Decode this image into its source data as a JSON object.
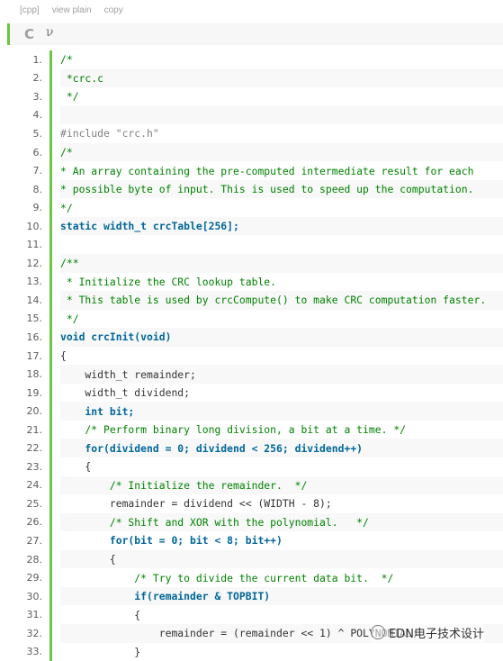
{
  "toolbar": {
    "lang": "[cpp]",
    "view_plain": "view plain",
    "copy": "copy",
    "icon_c": "C",
    "icon_fork": "ν"
  },
  "code": {
    "lines": [
      {
        "n": "1.",
        "text": "/*",
        "style": "comment"
      },
      {
        "n": "2.",
        "text": " *crc.c",
        "style": "comment"
      },
      {
        "n": "3.",
        "text": " */",
        "style": "comment"
      },
      {
        "n": "4.",
        "text": "",
        "style": "plain"
      },
      {
        "n": "5.",
        "text": "#include \"crc.h\"",
        "style": "pre"
      },
      {
        "n": "6.",
        "text": "/*",
        "style": "comment"
      },
      {
        "n": "7.",
        "text": "* An array containing the pre-computed intermediate result for each",
        "style": "comment"
      },
      {
        "n": "8.",
        "text": "* possible byte of input. This is used to speed up the computation.",
        "style": "comment"
      },
      {
        "n": "9.",
        "text": "*/",
        "style": "comment"
      },
      {
        "n": "10.",
        "text": "static width_t crcTable[256];",
        "style": "kw"
      },
      {
        "n": "11.",
        "text": "",
        "style": "plain"
      },
      {
        "n": "12.",
        "text": "/**",
        "style": "comment"
      },
      {
        "n": "13.",
        "text": " * Initialize the CRC lookup table.",
        "style": "comment"
      },
      {
        "n": "14.",
        "text": " * This table is used by crcCompute() to make CRC computation faster.",
        "style": "comment"
      },
      {
        "n": "15.",
        "text": " */",
        "style": "comment"
      },
      {
        "n": "16.",
        "text": "void crcInit(void)",
        "style": "kw"
      },
      {
        "n": "17.",
        "text": "{",
        "style": "plain"
      },
      {
        "n": "18.",
        "text": "    width_t remainder;",
        "style": "plain"
      },
      {
        "n": "19.",
        "text": "    width_t dividend;",
        "style": "plain"
      },
      {
        "n": "20.",
        "text": "    int bit;",
        "style": "kw"
      },
      {
        "n": "21.",
        "text": "    /* Perform binary long division, a bit at a time. */",
        "style": "comment"
      },
      {
        "n": "22.",
        "text": "    for(dividend = 0; dividend < 256; dividend++)",
        "style": "kw"
      },
      {
        "n": "23.",
        "text": "    {",
        "style": "plain"
      },
      {
        "n": "24.",
        "text": "        /* Initialize the remainder.  */",
        "style": "comment"
      },
      {
        "n": "25.",
        "text": "        remainder = dividend << (WIDTH - 8);",
        "style": "plain"
      },
      {
        "n": "26.",
        "text": "        /* Shift and XOR with the polynomial.   */",
        "style": "comment"
      },
      {
        "n": "27.",
        "text": "        for(bit = 0; bit < 8; bit++)",
        "style": "kw"
      },
      {
        "n": "28.",
        "text": "        {",
        "style": "plain"
      },
      {
        "n": "29.",
        "text": "            /* Try to divide the current data bit.  */",
        "style": "comment"
      },
      {
        "n": "30.",
        "text": "            if(remainder & TOPBIT)",
        "style": "kw"
      },
      {
        "n": "31.",
        "text": "            {",
        "style": "plain"
      },
      {
        "n": "32.",
        "text": "                remainder = (remainder << 1) ^ POLYNOMIAL;",
        "style": "plain"
      },
      {
        "n": "33.",
        "text": "            }",
        "style": "plain"
      }
    ]
  },
  "watermark": {
    "text": "EDN电子技术设计"
  }
}
